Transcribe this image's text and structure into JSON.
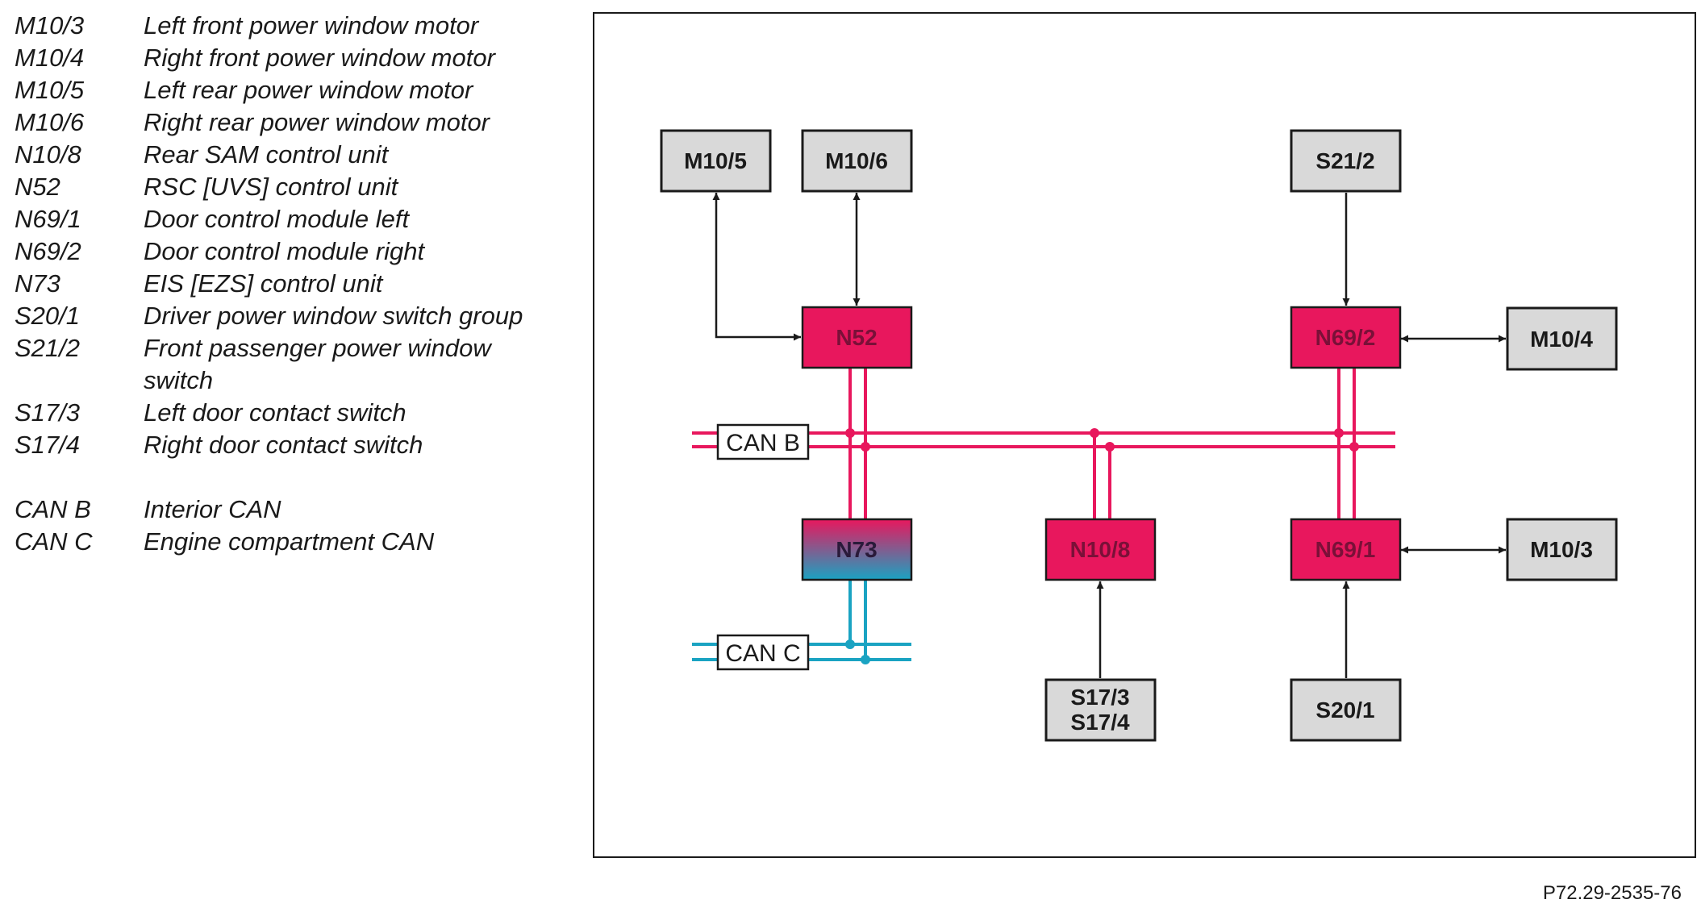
{
  "legend": [
    {
      "code": "M10/3",
      "desc": "Left front power window motor"
    },
    {
      "code": "M10/4",
      "desc": "Right front power window motor"
    },
    {
      "code": "M10/5",
      "desc": "Left rear power window motor"
    },
    {
      "code": "M10/6",
      "desc": "Right rear power window motor"
    },
    {
      "code": "N10/8",
      "desc": "Rear SAM control unit"
    },
    {
      "code": "N52",
      "desc": "RSC [UVS] control unit"
    },
    {
      "code": "N69/1",
      "desc": "Door control module left"
    },
    {
      "code": "N69/2",
      "desc": "Door control module right"
    },
    {
      "code": "N73",
      "desc": "EIS [EZS] control unit"
    },
    {
      "code": "S20/1",
      "desc": "Driver power window switch group"
    },
    {
      "code": "S21/2",
      "desc": "Front passenger power window switch"
    },
    {
      "code": "S17/3",
      "desc": "Left door contact switch"
    },
    {
      "code": "S17/4",
      "desc": "Right door contact switch"
    }
  ],
  "legend_bus": [
    {
      "code": "CAN B",
      "desc": "Interior CAN"
    },
    {
      "code": "CAN C",
      "desc": "Engine compartment CAN"
    }
  ],
  "nodes": {
    "m10_5": "M10/5",
    "m10_6": "M10/6",
    "s21_2": "S21/2",
    "n52": "N52",
    "n69_2": "N69/2",
    "m10_4": "M10/4",
    "n73": "N73",
    "n10_8": "N10/8",
    "n69_1": "N69/1",
    "m10_3": "M10/3",
    "s17_3": "S17/3",
    "s17_4": "S17/4",
    "s20_1": "S20/1"
  },
  "buses": {
    "can_b": "CAN B",
    "can_c": "CAN C"
  },
  "colors": {
    "control_unit": "#e8175d",
    "component": "#d9d9d9",
    "can_b": "#e8175d",
    "can_c": "#1aa3c2",
    "gradient_top": "#e8175d",
    "gradient_bottom": "#1aa3c2"
  },
  "figure_id": "P72.29-2535-76"
}
